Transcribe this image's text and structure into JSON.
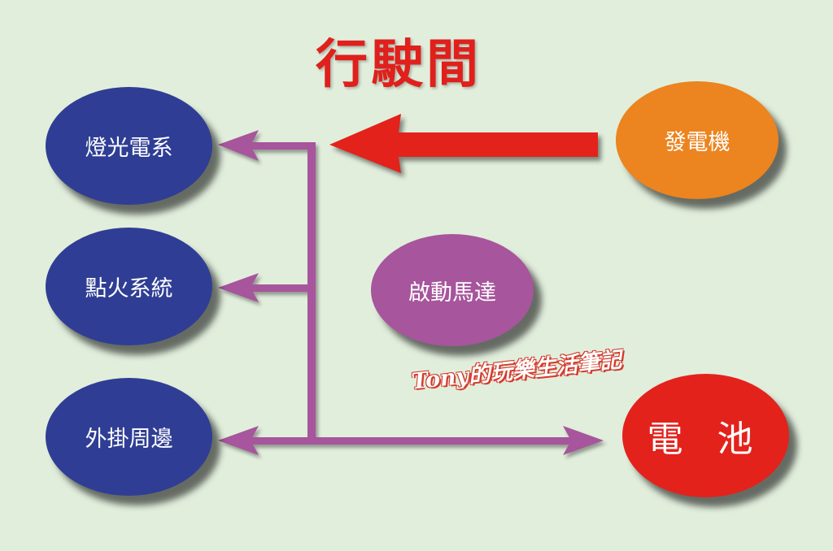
{
  "title": "行駛間",
  "nodes": {
    "lighting": "燈光電系",
    "ignition": "點火系統",
    "accessories": "外掛周邊",
    "generator": "發電機",
    "starter": "啟動馬達",
    "battery": "電 池"
  },
  "watermark": "Tony的玩樂生活筆記",
  "colors": {
    "background": "#e1eedc",
    "title": "#e0201c",
    "blue_node": "#2f3e94",
    "generator_node": "#ec841f",
    "starter_node": "#a7559c",
    "battery_node": "#e3221c",
    "distribution_arrow": "#a7559c",
    "charge_arrow": "#e3221c"
  }
}
